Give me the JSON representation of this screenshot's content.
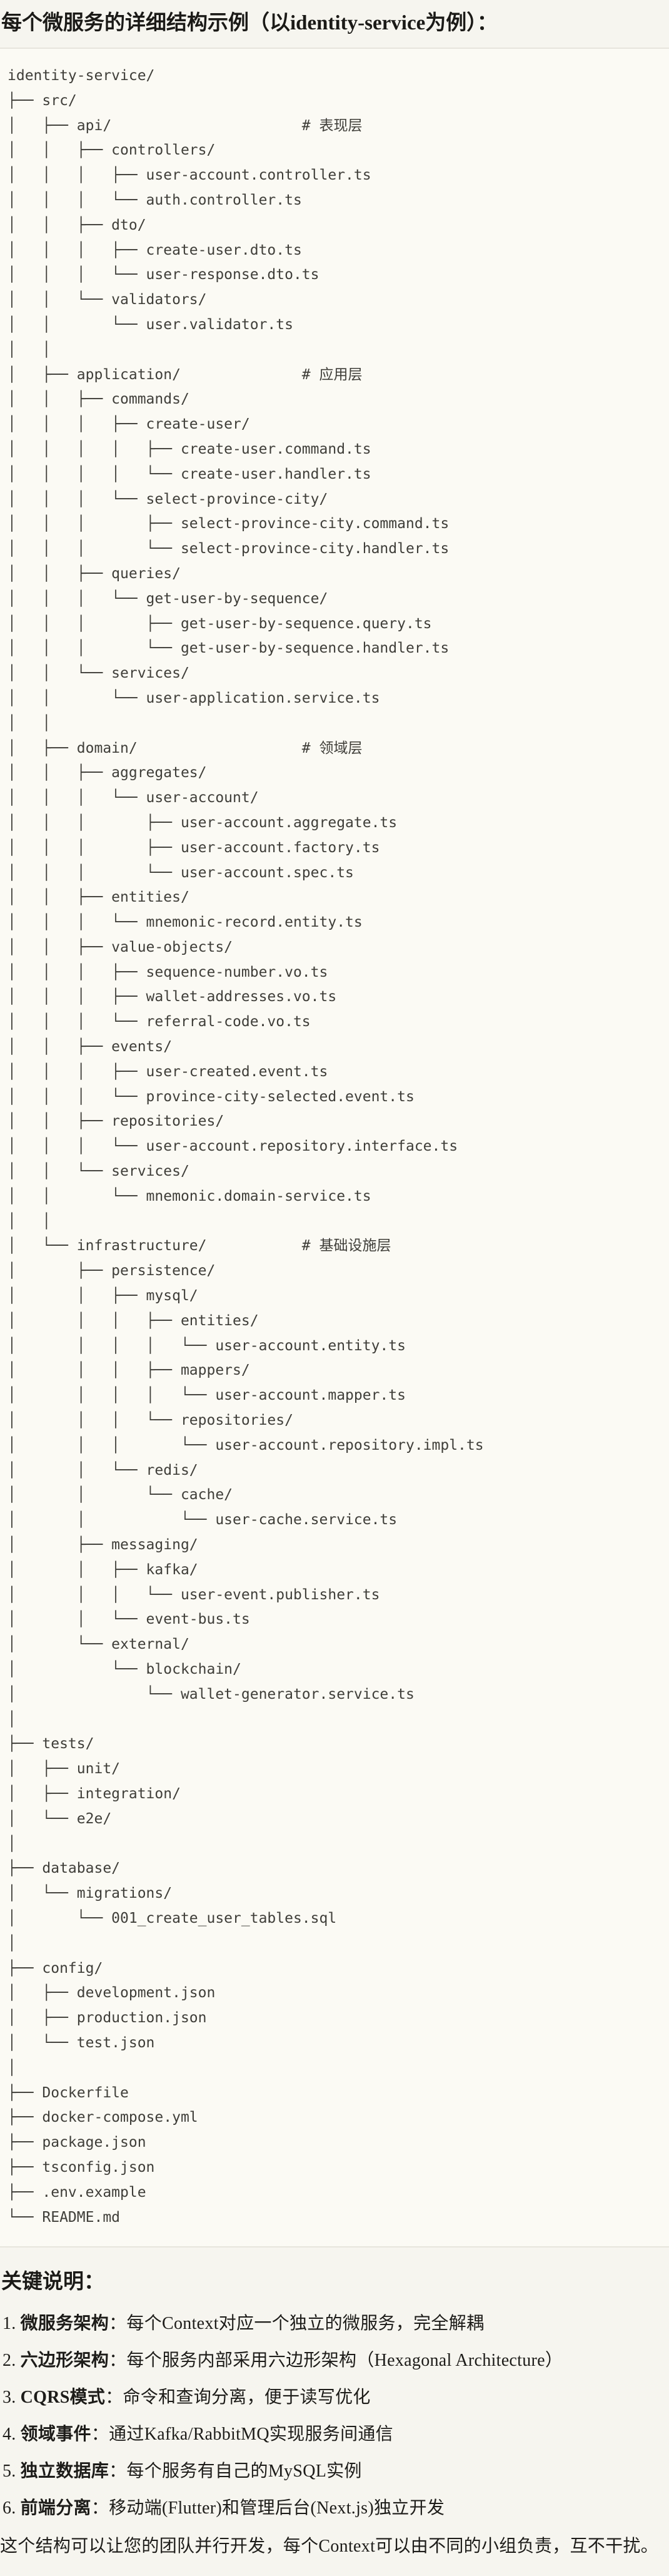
{
  "title": "每个微服务的详细结构示例（以identity-service为例）：",
  "file_tree": {
    "lines": [
      "identity-service/",
      "├── src/",
      "│   ├── api/                      # 表现层",
      "│   │   ├── controllers/",
      "│   │   │   ├── user-account.controller.ts",
      "│   │   │   └── auth.controller.ts",
      "│   │   ├── dto/",
      "│   │   │   ├── create-user.dto.ts",
      "│   │   │   └── user-response.dto.ts",
      "│   │   └── validators/",
      "│   │       └── user.validator.ts",
      "│   │",
      "│   ├── application/              # 应用层",
      "│   │   ├── commands/",
      "│   │   │   ├── create-user/",
      "│   │   │   │   ├── create-user.command.ts",
      "│   │   │   │   └── create-user.handler.ts",
      "│   │   │   └── select-province-city/",
      "│   │   │       ├── select-province-city.command.ts",
      "│   │   │       └── select-province-city.handler.ts",
      "│   │   ├── queries/",
      "│   │   │   └── get-user-by-sequence/",
      "│   │   │       ├── get-user-by-sequence.query.ts",
      "│   │   │       └── get-user-by-sequence.handler.ts",
      "│   │   └── services/",
      "│   │       └── user-application.service.ts",
      "│   │",
      "│   ├── domain/                   # 领域层",
      "│   │   ├── aggregates/",
      "│   │   │   └── user-account/",
      "│   │   │       ├── user-account.aggregate.ts",
      "│   │   │       ├── user-account.factory.ts",
      "│   │   │       └── user-account.spec.ts",
      "│   │   ├── entities/",
      "│   │   │   └── mnemonic-record.entity.ts",
      "│   │   ├── value-objects/",
      "│   │   │   ├── sequence-number.vo.ts",
      "│   │   │   ├── wallet-addresses.vo.ts",
      "│   │   │   └── referral-code.vo.ts",
      "│   │   ├── events/",
      "│   │   │   ├── user-created.event.ts",
      "│   │   │   └── province-city-selected.event.ts",
      "│   │   ├── repositories/",
      "│   │   │   └── user-account.repository.interface.ts",
      "│   │   └── services/",
      "│   │       └── mnemonic.domain-service.ts",
      "│   │",
      "│   └── infrastructure/           # 基础设施层",
      "│       ├── persistence/",
      "│       │   ├── mysql/",
      "│       │   │   ├── entities/",
      "│       │   │   │   └── user-account.entity.ts",
      "│       │   │   ├── mappers/",
      "│       │   │   │   └── user-account.mapper.ts",
      "│       │   │   └── repositories/",
      "│       │   │       └── user-account.repository.impl.ts",
      "│       │   └── redis/",
      "│       │       └── cache/",
      "│       │           └── user-cache.service.ts",
      "│       ├── messaging/",
      "│       │   ├── kafka/",
      "│       │   │   └── user-event.publisher.ts",
      "│       │   └── event-bus.ts",
      "│       └── external/",
      "│           └── blockchain/",
      "│               └── wallet-generator.service.ts",
      "│",
      "├── tests/",
      "│   ├── unit/",
      "│   ├── integration/",
      "│   └── e2e/",
      "│",
      "├── database/",
      "│   └── migrations/",
      "│       └── 001_create_user_tables.sql",
      "│",
      "├── config/",
      "│   ├── development.json",
      "│   ├── production.json",
      "│   └── test.json",
      "│",
      "├── Dockerfile",
      "├── docker-compose.yml",
      "├── package.json",
      "├── tsconfig.json",
      "├── .env.example",
      "└── README.md"
    ]
  },
  "notes": {
    "heading": "关键说明：",
    "separator": "：",
    "items": [
      {
        "num": "1.",
        "term": "微服务架构",
        "desc": "每个Context对应一个独立的微服务，完全解耦"
      },
      {
        "num": "2.",
        "term": "六边形架构",
        "desc": "每个服务内部采用六边形架构（Hexagonal Architecture）"
      },
      {
        "num": "3.",
        "term": "CQRS模式",
        "desc": "命令和查询分离，便于读写优化"
      },
      {
        "num": "4.",
        "term": "领域事件",
        "desc": "通过Kafka/RabbitMQ实现服务间通信"
      },
      {
        "num": "5.",
        "term": "独立数据库",
        "desc": "每个服务有自己的MySQL实例"
      },
      {
        "num": "6.",
        "term": "前端分离",
        "desc": "移动端(Flutter)和管理后台(Next.js)独立开发"
      }
    ]
  },
  "closing": "这个结构可以让您的团队并行开发，每个Context可以由不同的小组负责，互不干扰。",
  "colors": {
    "page_bg": "#f6f5ef",
    "code_bg": "#fbfaf4",
    "border": "#e7e5dd",
    "text": "#1d1c19",
    "code_text": "#3f3e39"
  }
}
